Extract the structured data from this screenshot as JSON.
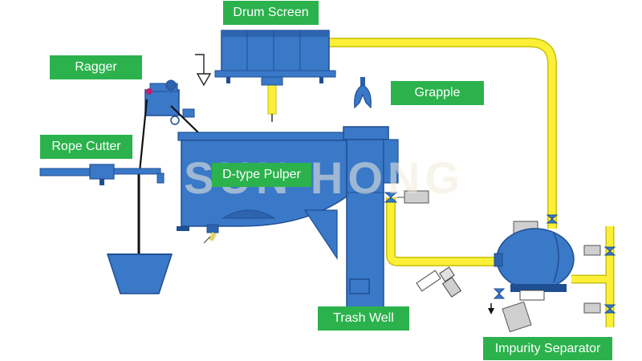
{
  "labels": {
    "drum_screen": "Drum Screen",
    "ragger": "Ragger",
    "grapple": "Grapple",
    "rope_cutter": "Rope Cutter",
    "d_type_pulper": "D-type Pulper",
    "trash_well": "Trash Well",
    "impurity_separator": "Impurity Separator"
  },
  "watermark": "SUN HONG",
  "colors": {
    "label_bg": "#2bb24c",
    "label_text": "#ffffff",
    "equipment_blue": "#3a78c8",
    "equipment_dark": "#1f4f92",
    "pipe_yellow": "#fbf037",
    "pipe_outline": "#c9c010",
    "motor_gray": "#cfcfcf",
    "watermark": "#f1eddc"
  }
}
